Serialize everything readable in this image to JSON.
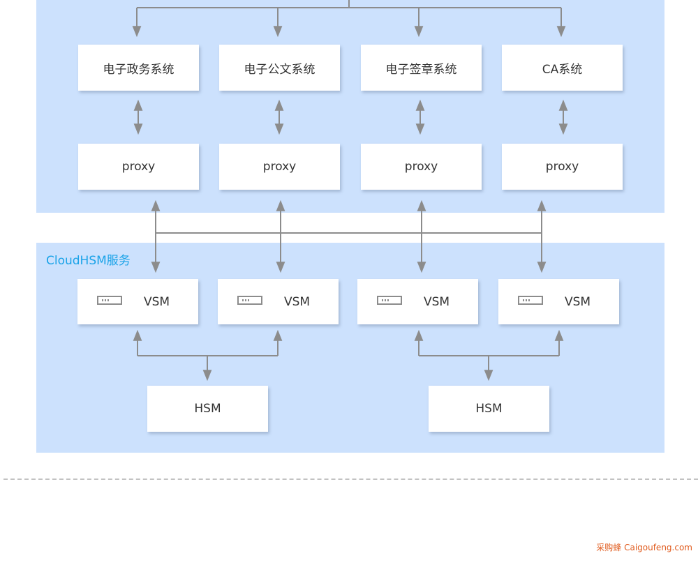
{
  "top_systems": [
    "电子政务系统",
    "电子公文系统",
    "电子签章系统",
    "CA系统"
  ],
  "proxies": [
    "proxy",
    "proxy",
    "proxy",
    "proxy"
  ],
  "cloudhsm": {
    "title": "CloudHSM服务",
    "vsm": [
      "VSM",
      "VSM",
      "VSM",
      "VSM"
    ],
    "hsm": [
      "HSM",
      "HSM"
    ]
  },
  "watermark": "采购蜂 Caigoufeng.com",
  "colors": {
    "panel": "#cce1fd",
    "title": "#1aa3e8",
    "lines": "#8c8c8c",
    "watermark": "#e05a1c"
  }
}
